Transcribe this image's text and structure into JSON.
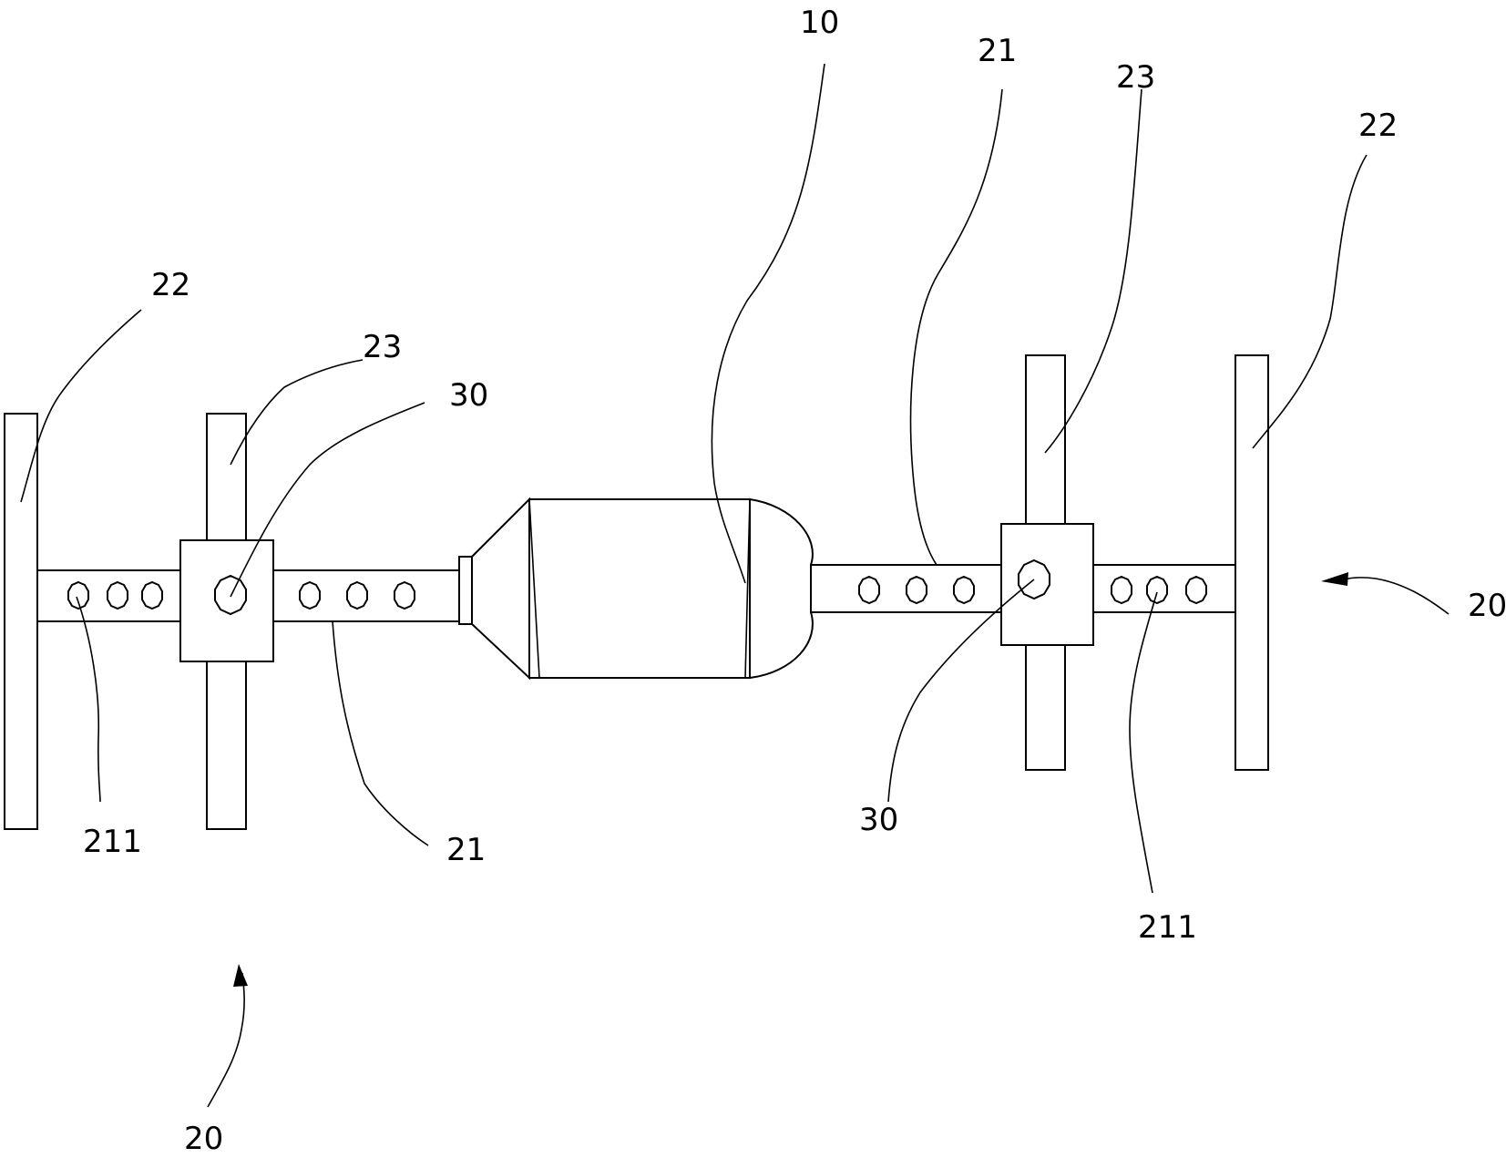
{
  "labels": {
    "main_body": "10",
    "assembly_right": "20",
    "assembly_bottom": "20",
    "left_rod": "21",
    "right_rod": "21",
    "left_end_plate": "22",
    "right_end_plate": "22",
    "left_cross_plate": "23",
    "right_cross_plate": "23",
    "left_bolt": "30",
    "right_bolt": "30",
    "left_holes": "211",
    "right_holes": "211"
  }
}
